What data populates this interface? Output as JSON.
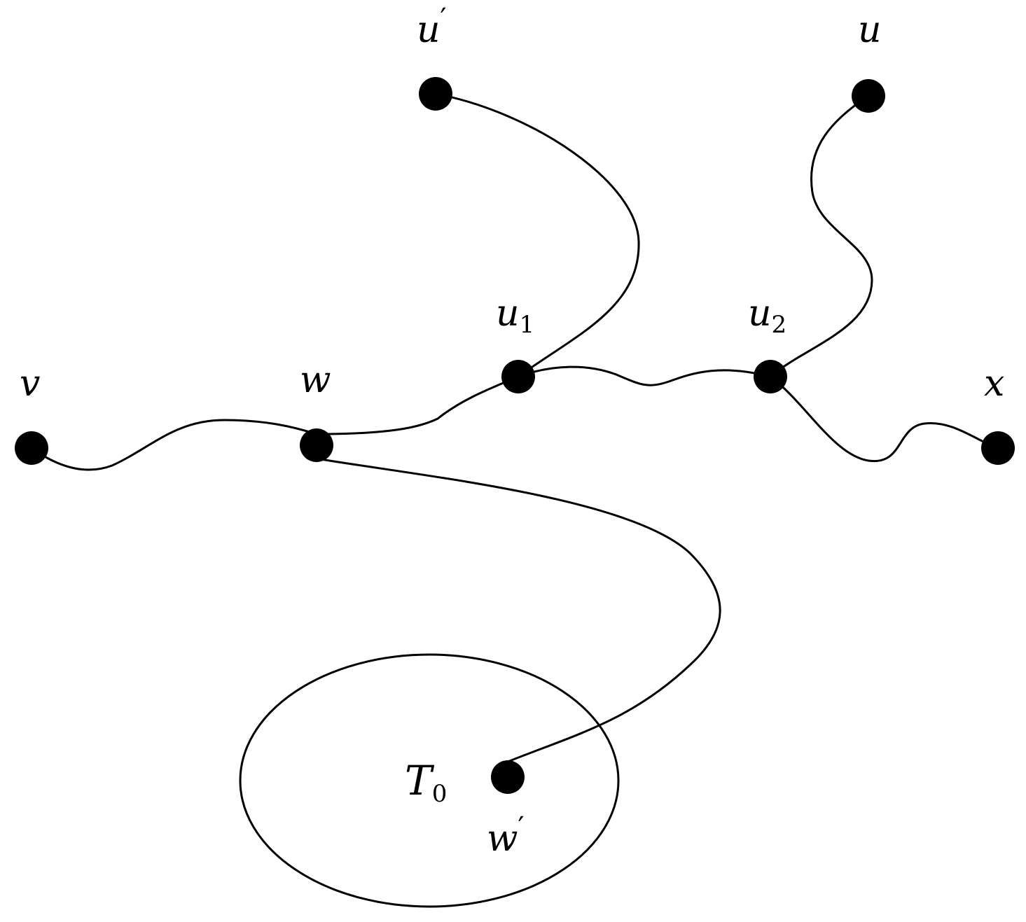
{
  "labels": {
    "u_prime": {
      "base": "u",
      "prime": "′"
    },
    "u": {
      "base": "u"
    },
    "u1": {
      "base": "u",
      "sub": "1"
    },
    "u2": {
      "base": "u",
      "sub": "2"
    },
    "v": {
      "base": "v"
    },
    "w": {
      "base": "w"
    },
    "x": {
      "base": "x"
    },
    "w_prime": {
      "base": "w",
      "prime": "′"
    },
    "T0": {
      "base": "T",
      "sub": "0"
    }
  },
  "colors": {
    "ink": "#000000",
    "background": "#ffffff"
  }
}
